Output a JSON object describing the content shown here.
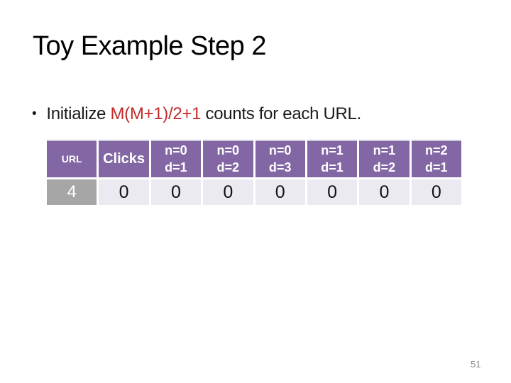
{
  "slide": {
    "title": "Toy Example Step 2",
    "bullet": {
      "marker": "•",
      "prefix": "Initialize ",
      "highlight": "M(M+1)/2+1",
      "suffix": " counts for each URL."
    },
    "page_number": "51"
  },
  "table": {
    "headers": [
      {
        "line1": "URL"
      },
      {
        "line1": "Clicks"
      },
      {
        "line1": "n=0",
        "line2": "d=1"
      },
      {
        "line1": "n=0",
        "line2": "d=2"
      },
      {
        "line1": "n=0",
        "line2": "d=3"
      },
      {
        "line1": "n=1",
        "line2": "d=1"
      },
      {
        "line1": "n=1",
        "line2": "d=2"
      },
      {
        "line1": "n=2",
        "line2": "d=1"
      }
    ],
    "row": [
      "4",
      "0",
      "0",
      "0",
      "0",
      "0",
      "0",
      "0"
    ]
  },
  "colors": {
    "header_bg": "#8367a4",
    "header_top_border": "#cfc9d8",
    "url_cell_bg": "#a6a6a6",
    "data_cell_bg": "#eceaf1",
    "highlight_red": "#c22b2b",
    "page_number_gray": "#8c8c8c"
  }
}
